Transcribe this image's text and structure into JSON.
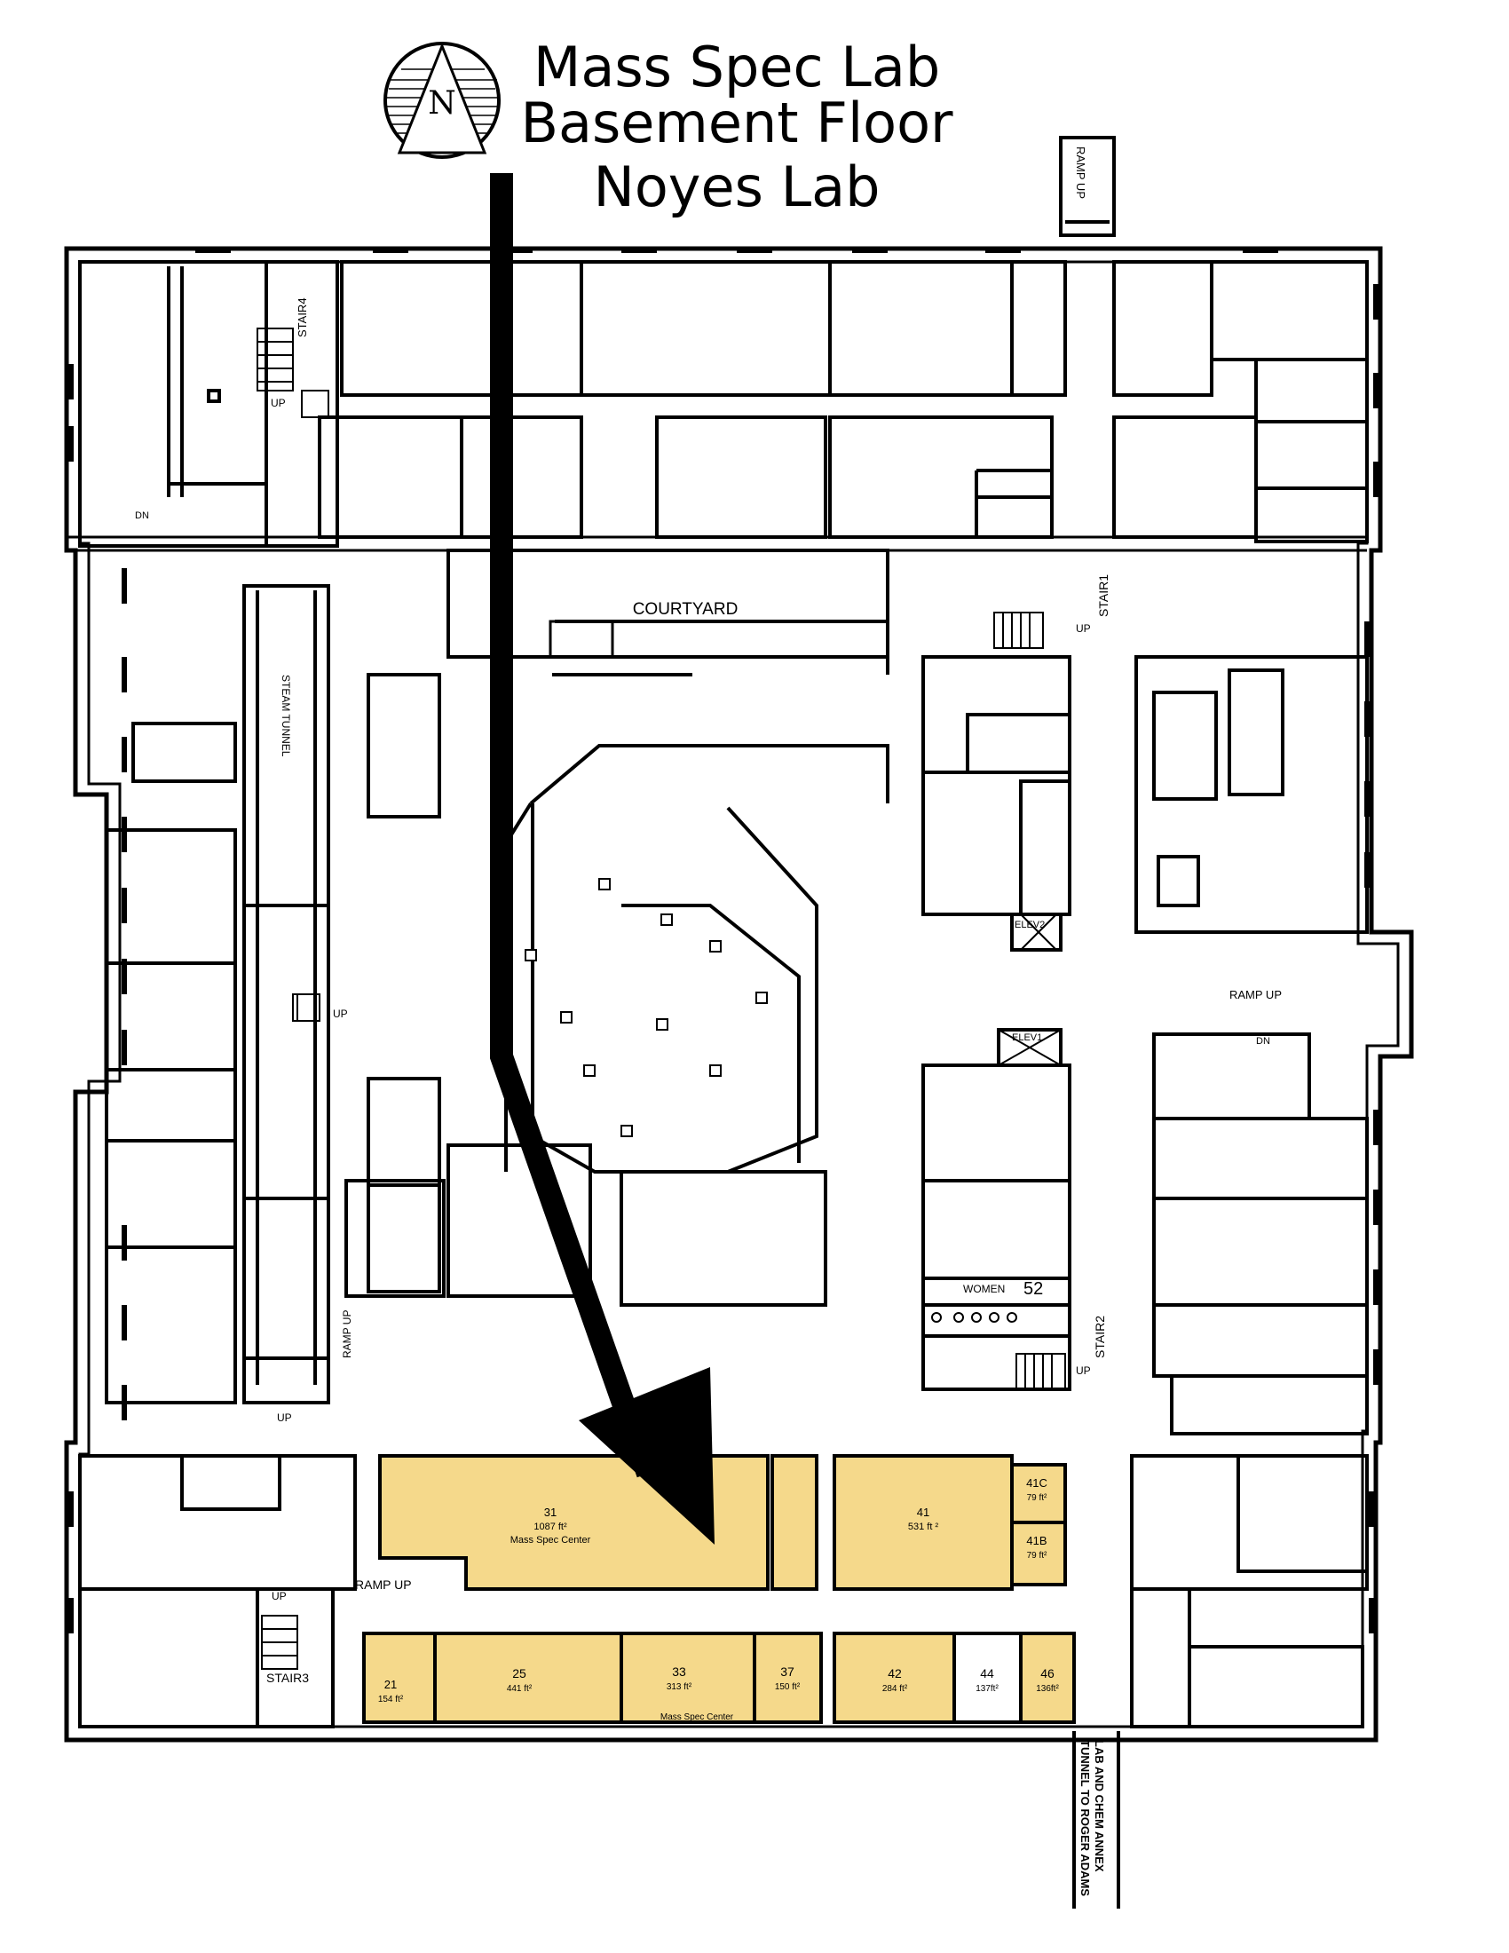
{
  "title": {
    "line1": "Mass Spec Lab",
    "line2": "Basement Floor",
    "line3": "Noyes Lab"
  },
  "compass_letter": "N",
  "colors": {
    "highlight": "#f5d98b",
    "wall": "#000000",
    "background": "#ffffff",
    "arrow": "#000000"
  },
  "labels": {
    "courtyard": "COURTYARD",
    "steam_tunnel": "STEAM TUNNEL",
    "stair1": "STAIR1",
    "stair2": "STAIR2",
    "stair3": "STAIR3",
    "stair4": "STAIR4",
    "elev1": "ELEV1",
    "elev2": "ELEV2",
    "ramp_up": "RAMP UP",
    "up": "UP",
    "dn": "DN",
    "women": "WOMEN",
    "room52": "52",
    "tunnel_line1": "TUNNEL TO ROGER ADAMS",
    "tunnel_line2": "LAB AND CHEM ANNEX"
  },
  "rooms": [
    {
      "id": "r31",
      "number": "31",
      "area": "1087 ft²",
      "name": "Mass Spec Center",
      "highlighted": true
    },
    {
      "id": "r41",
      "number": "41",
      "area": "531 ft ²",
      "name": "",
      "highlighted": true
    },
    {
      "id": "r41c",
      "number": "41C",
      "area": "79 ft²",
      "name": "",
      "highlighted": true
    },
    {
      "id": "r41b",
      "number": "41B",
      "area": "79 ft²",
      "name": "",
      "highlighted": true
    },
    {
      "id": "r21",
      "number": "21",
      "area": "154 ft²",
      "name": "",
      "highlighted": true
    },
    {
      "id": "r25",
      "number": "25",
      "area": "441 ft²",
      "name": "",
      "highlighted": true
    },
    {
      "id": "r33",
      "number": "33",
      "area": "313 ft²",
      "name": "Mass Spec Center",
      "highlighted": true
    },
    {
      "id": "r37",
      "number": "37",
      "area": "150 ft²",
      "name": "",
      "highlighted": true
    },
    {
      "id": "r42",
      "number": "42",
      "area": "284 ft²",
      "name": "",
      "highlighted": true
    },
    {
      "id": "r44",
      "number": "44",
      "area": "137ft²",
      "name": "",
      "highlighted": false
    },
    {
      "id": "r46",
      "number": "46",
      "area": "136ft²",
      "name": "",
      "highlighted": true
    }
  ]
}
